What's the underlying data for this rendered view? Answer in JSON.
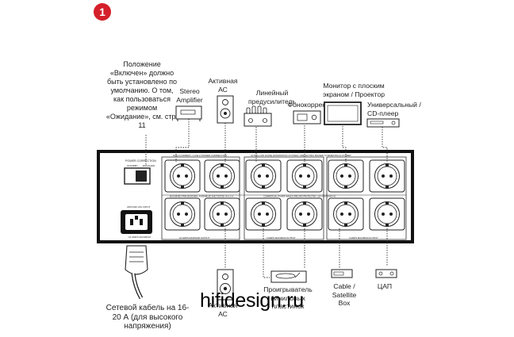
{
  "badge": {
    "number": "1",
    "color": "#d4202a"
  },
  "note": "Положение «Включен» должно быть установлено по умолчанию. О том, как пользоваться режимом «Ожидание», см. стр. 11",
  "devices_top": {
    "stereo_amp": "Stereo Amplifier",
    "active_speaker": "Активная АС",
    "line_preamp": "Линейный предусилитель",
    "phono_corrector": "Фонокорректор",
    "monitor": "Монитор с плоским экраном / Проектор",
    "universal_player": "Универсальный / CD-плеер"
  },
  "devices_bottom": {
    "active_speaker": "Активная АС",
    "turntable": "Проигрыватель виниловых пластинок",
    "cable_box": "Cable / Satellite Box",
    "dac": "ЦАП"
  },
  "power_cable": "Сетевой кабель на 16-20 А (для высокого напряжения)",
  "panel": {
    "power_correction": "POWER CORRECTION",
    "standby": "STANDBY",
    "engaged": "ENGAGED",
    "bank1_title": "HIGH CURRENT / LOW Z POWER CORRECTION",
    "bank2_title": "ULTRA LOW NOISE DISSIPATION SYSTEM / DIELECTRIC BIASED SYMMETRICAL POWER",
    "sub_left": "MAGNIFIED PRM DESIGNED, ASSEMBLED AND TESTED IN U.S.A.",
    "sub_right": "COMMERCIAL POWER BANKS ARE SPD PROTECTED • 110-240V 50/60 HZ",
    "inlet_label": "230V/240 VAC INPUT",
    "amp_label": "16 AMPS MAXIMUM",
    "max1": "16 AMPS MAXIMUM OUTPUT",
    "max2": "3 AMPS MAXIMUM OUTPUT",
    "max3": "3 AMPS MAXIMUM OUTPUT"
  },
  "watermark": "hifidesign.ru"
}
